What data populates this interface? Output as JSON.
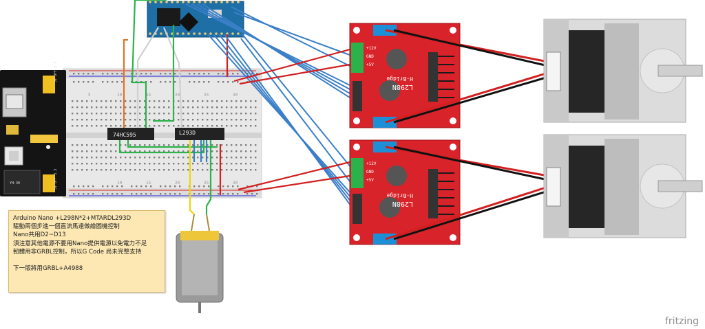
{
  "note": {
    "lines": [
      "Arduino Nano +L298N*2+MTARDL293D",
      "驅動兩個步進一個直流馬達做繪圖機控制",
      "Nano共用D2~D13",
      "須注意其他電源不要用Nano提供電源以免電力不足",
      "軔體用非GRBL控制，所以G Code 尚未完整支持",
      "",
      "下一版將用GRBL+A4988"
    ]
  },
  "breadboard": {
    "top_numbers": [
      "5",
      "10",
      "15",
      "20",
      "25",
      "30"
    ],
    "bottom_numbers": [
      "10",
      "15",
      "20",
      "25",
      "30"
    ]
  },
  "chips": {
    "shift_register": "74HC595",
    "motor_driver": "L293D"
  },
  "drivers": [
    {
      "model": "L298N",
      "sub": "H-Bridge",
      "pin_12v": "+12V",
      "pin_gnd": "GND",
      "pin_5v": "+5V"
    },
    {
      "model": "L298N",
      "sub": "H-Bridge",
      "pin_12v": "+12V",
      "pin_gnd": "GND",
      "pin_5v": "+5V"
    }
  ],
  "power_module": {
    "label_top": "5V OFF 3.3",
    "label_bottom": "5V OFF 3.3",
    "label_jack": "YH-30"
  },
  "brand": "fritzing",
  "colors": {
    "pcb_red": "#d8232a",
    "wire_blue": "#3a7fc8",
    "wire_red": "#d21f1f",
    "wire_black": "#111111",
    "wire_green": "#2bb24a",
    "wire_yellow": "#f2d40c",
    "wire_orange": "#d8772b",
    "nano_blue": "#1d6fa5"
  }
}
